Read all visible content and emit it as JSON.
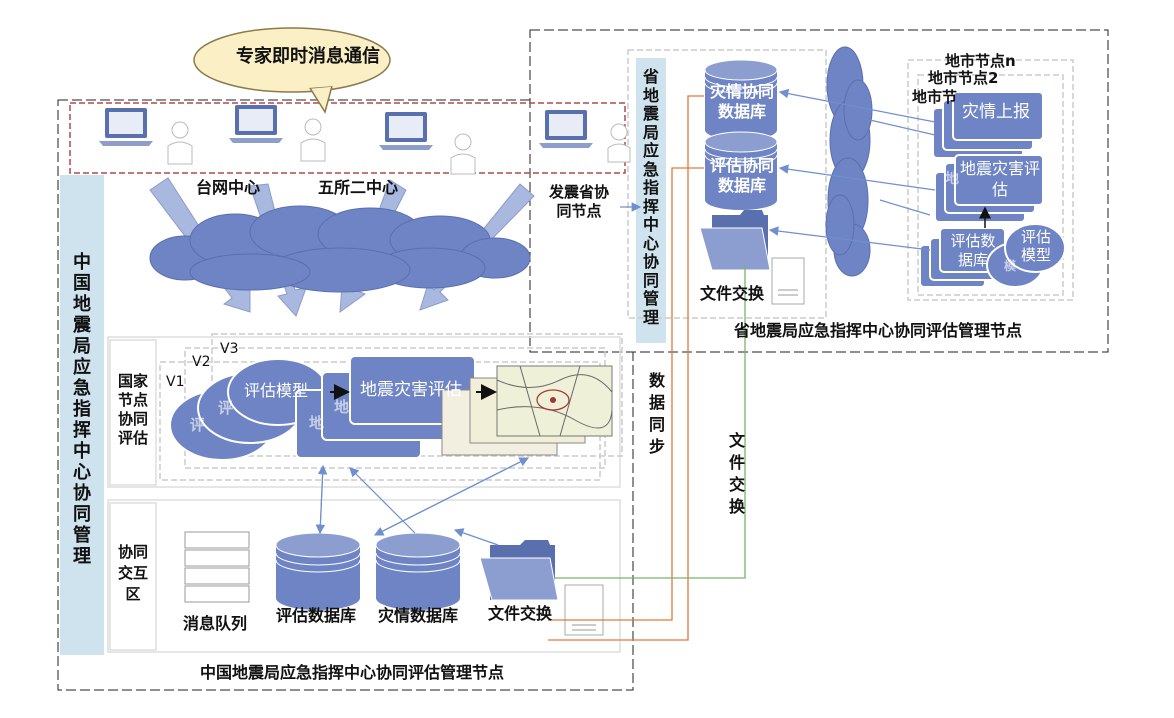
{
  "bubble": {
    "text": "专家即时消息通信"
  },
  "national": {
    "center_tw": "台网中心",
    "center_wu": "五所二中心",
    "left_bar": "中国地震局应急指挥中心协同管理",
    "zone1": "国家节点协同评估",
    "zone2": "协同交互区",
    "versions": [
      "V1",
      "V2",
      "V3"
    ],
    "model": "评估模型",
    "model_ghost": "评",
    "assess_ghost": "地",
    "assess": "地震灾害评估",
    "queue": "消息队列",
    "db_eval": "评估数据库",
    "db_disaster": "灾情数据库",
    "file_exchange": "文件交换",
    "footer": "中国地震局应急指挥中心协同评估管理节点"
  },
  "province": {
    "source_node": "发震省协同节点",
    "side_bar": "省地震局应急指挥中心协同管理",
    "db_disaster": "灾情协同数据库",
    "db_eval": "评估协同数据库",
    "file_exchange": "文件交换",
    "city_nodes": [
      "地市节点n",
      "地市节点2",
      "地市节"
    ],
    "report": "灾情上报",
    "ghost": "地",
    "assess": "地震灾害评估",
    "eval_db": "评估数据库",
    "eval_model": "评估模型",
    "model_ghost": "模",
    "footer": "省地震局应急指挥中心协同评估管理节点"
  },
  "links": {
    "data_sync": "数据同步",
    "file_exchange": "文件交换"
  },
  "colors": {
    "fill": "#6f84c4",
    "fill_dark": "#5a6fae",
    "arrow": "#a9b8df",
    "bar": "#cfe3ee",
    "bubble": "#fbefc6",
    "dash_red": "#b24a4a",
    "line_orange": "#e07a3a",
    "line_green": "#7ab46a",
    "line_blue": "#6f8fd0"
  }
}
